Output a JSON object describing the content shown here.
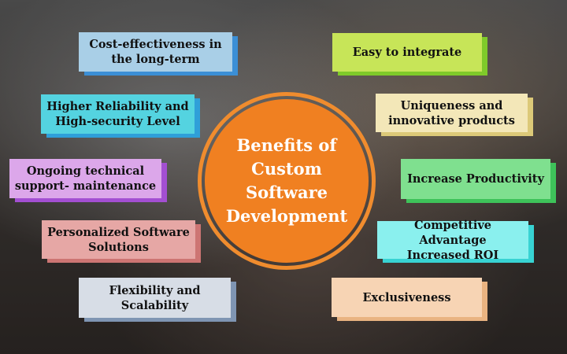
{
  "hub": {
    "title": "Benefits of\nCustom\nSoftware\nDevelopment",
    "color": "#f08021"
  },
  "benefits": [
    {
      "label": "Cost-effectiveness in\nthe long-term",
      "color": "#a9cfe7",
      "shadow": "#3b8fd6"
    },
    {
      "label": "Higher Reliability and\nHigh-security Level",
      "color": "#54d3e0",
      "shadow": "#2f9fd9"
    },
    {
      "label": "Ongoing technical\nsupport- maintenance",
      "color": "#dca7ea",
      "shadow": "#a34fd2"
    },
    {
      "label": "Personalized Software\nSolutions",
      "color": "#e6a7a5",
      "shadow": "#cd7573"
    },
    {
      "label": "Flexibility and\nScalability",
      "color": "#d7dde6",
      "shadow": "#7f95b3"
    },
    {
      "label": "Easy to integrate",
      "color": "#c7e558",
      "shadow": "#7fca2a"
    },
    {
      "label": "Uniqueness and\ninnovative products",
      "color": "#f3e7b8",
      "shadow": "#dcc978"
    },
    {
      "label": "Increase Productivity",
      "color": "#7fe08f",
      "shadow": "#3ec35a"
    },
    {
      "label": "Competitive Advantage\nIncreased ROI",
      "color": "#8af0ee",
      "shadow": "#38d3d3"
    },
    {
      "label": "Exclusiveness",
      "color": "#f7d4b4",
      "shadow": "#e9b381"
    }
  ]
}
